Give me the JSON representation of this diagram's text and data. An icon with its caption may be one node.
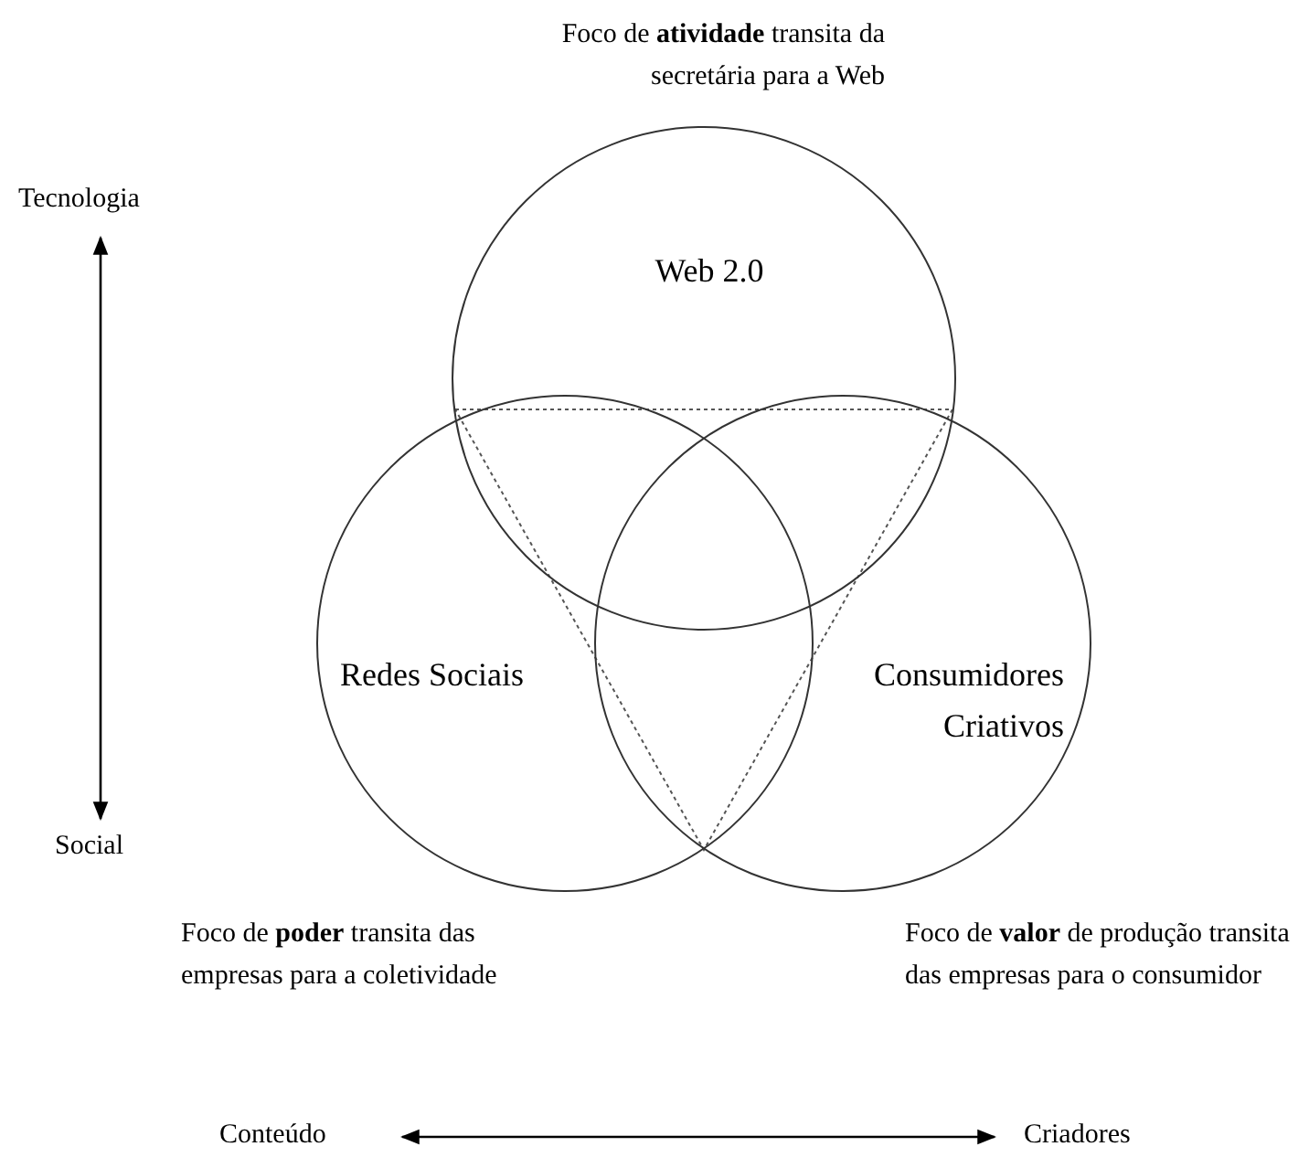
{
  "diagram": {
    "nodes": [
      {
        "text": [
          "Web 2.0"
        ]
      },
      {
        "text": [
          "Redes Sociais"
        ]
      },
      {
        "text": [
          "Consumidores Criativos"
        ]
      },
      {
        "text": [],
        "shape": "triangle"
      }
    ],
    "edges": [],
    "labels": [
      "Foco de **atividade** transita da secretária para a Web",
      "Tecnologia",
      "Social",
      "Foco de **poder** transita das empresas para a coletividade",
      "Foco de **valor** de produção transita das empresas para o consumidor",
      "Conteúdo",
      "Criadores"
    ]
  }
}
